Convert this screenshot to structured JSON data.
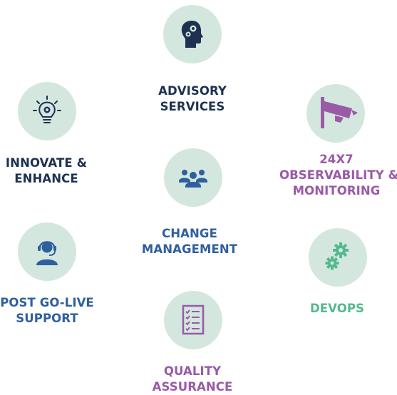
{
  "colors": {
    "circle_bg": "#d3e7df",
    "navy": "#1e3150",
    "blue": "#2f5f9d",
    "purple": "#9a5aa6",
    "teal": "#54b88e"
  },
  "services": {
    "advisory": {
      "lines": [
        "ADVISORY",
        "SERVICES"
      ],
      "icon": "head-gears-icon"
    },
    "innovate": {
      "lines": [
        "INNOVATE &",
        "ENHANCE"
      ],
      "icon": "lightbulb-gear-icon"
    },
    "observability": {
      "lines": [
        "24X7",
        "OBSERVABILITY &",
        "MONITORING"
      ],
      "icon": "security-camera-icon"
    },
    "change": {
      "lines": [
        "CHANGE",
        "MANAGEMENT"
      ],
      "icon": "team-icon"
    },
    "support": {
      "lines": [
        "POST GO-LIVE",
        "SUPPORT"
      ],
      "icon": "headset-agent-icon"
    },
    "devops": {
      "lines": [
        "DEVOPS"
      ],
      "icon": "gears-icon"
    },
    "qa": {
      "lines": [
        "QUALITY",
        "ASSURANCE"
      ],
      "icon": "checklist-icon"
    }
  }
}
